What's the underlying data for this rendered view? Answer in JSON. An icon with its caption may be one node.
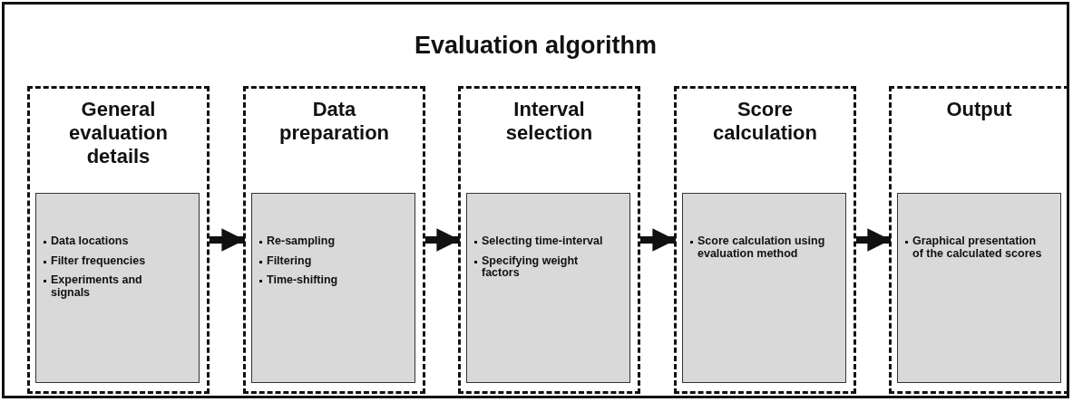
{
  "diagram": {
    "nodes": [
      {
        "text": [
          "Evaluation algorithm"
        ]
      },
      {
        "text": [
          "General evaluation details"
        ],
        "in": 0
      },
      {
        "text": [
          "Data locations",
          "Filter frequencies",
          "Experiments and signals"
        ],
        "in": 1
      },
      {
        "text": [
          "Data preparation"
        ],
        "in": 0
      },
      {
        "text": [
          "Re-sampling",
          "Filtering",
          "Time-shifting"
        ],
        "in": 3
      },
      {
        "text": [
          "Interval selection"
        ],
        "in": 0
      },
      {
        "text": [
          "Selecting time-interval",
          "Specifying weight factors"
        ],
        "in": 5
      },
      {
        "text": [
          "Score calculation"
        ],
        "in": 0
      },
      {
        "text": [
          "Score calculation using evaluation method"
        ],
        "in": 7
      },
      {
        "text": [
          "Output"
        ],
        "in": 0
      },
      {
        "text": [
          "Graphical presentation of the calculated scores"
        ],
        "in": 9
      }
    ],
    "edges": [
      {
        "from": 1,
        "to": 3,
        "arrow": "to"
      },
      {
        "from": 3,
        "to": 5,
        "arrow": "to"
      },
      {
        "from": 5,
        "to": 7,
        "arrow": "to"
      },
      {
        "from": 7,
        "to": 9,
        "arrow": "to"
      }
    ]
  }
}
